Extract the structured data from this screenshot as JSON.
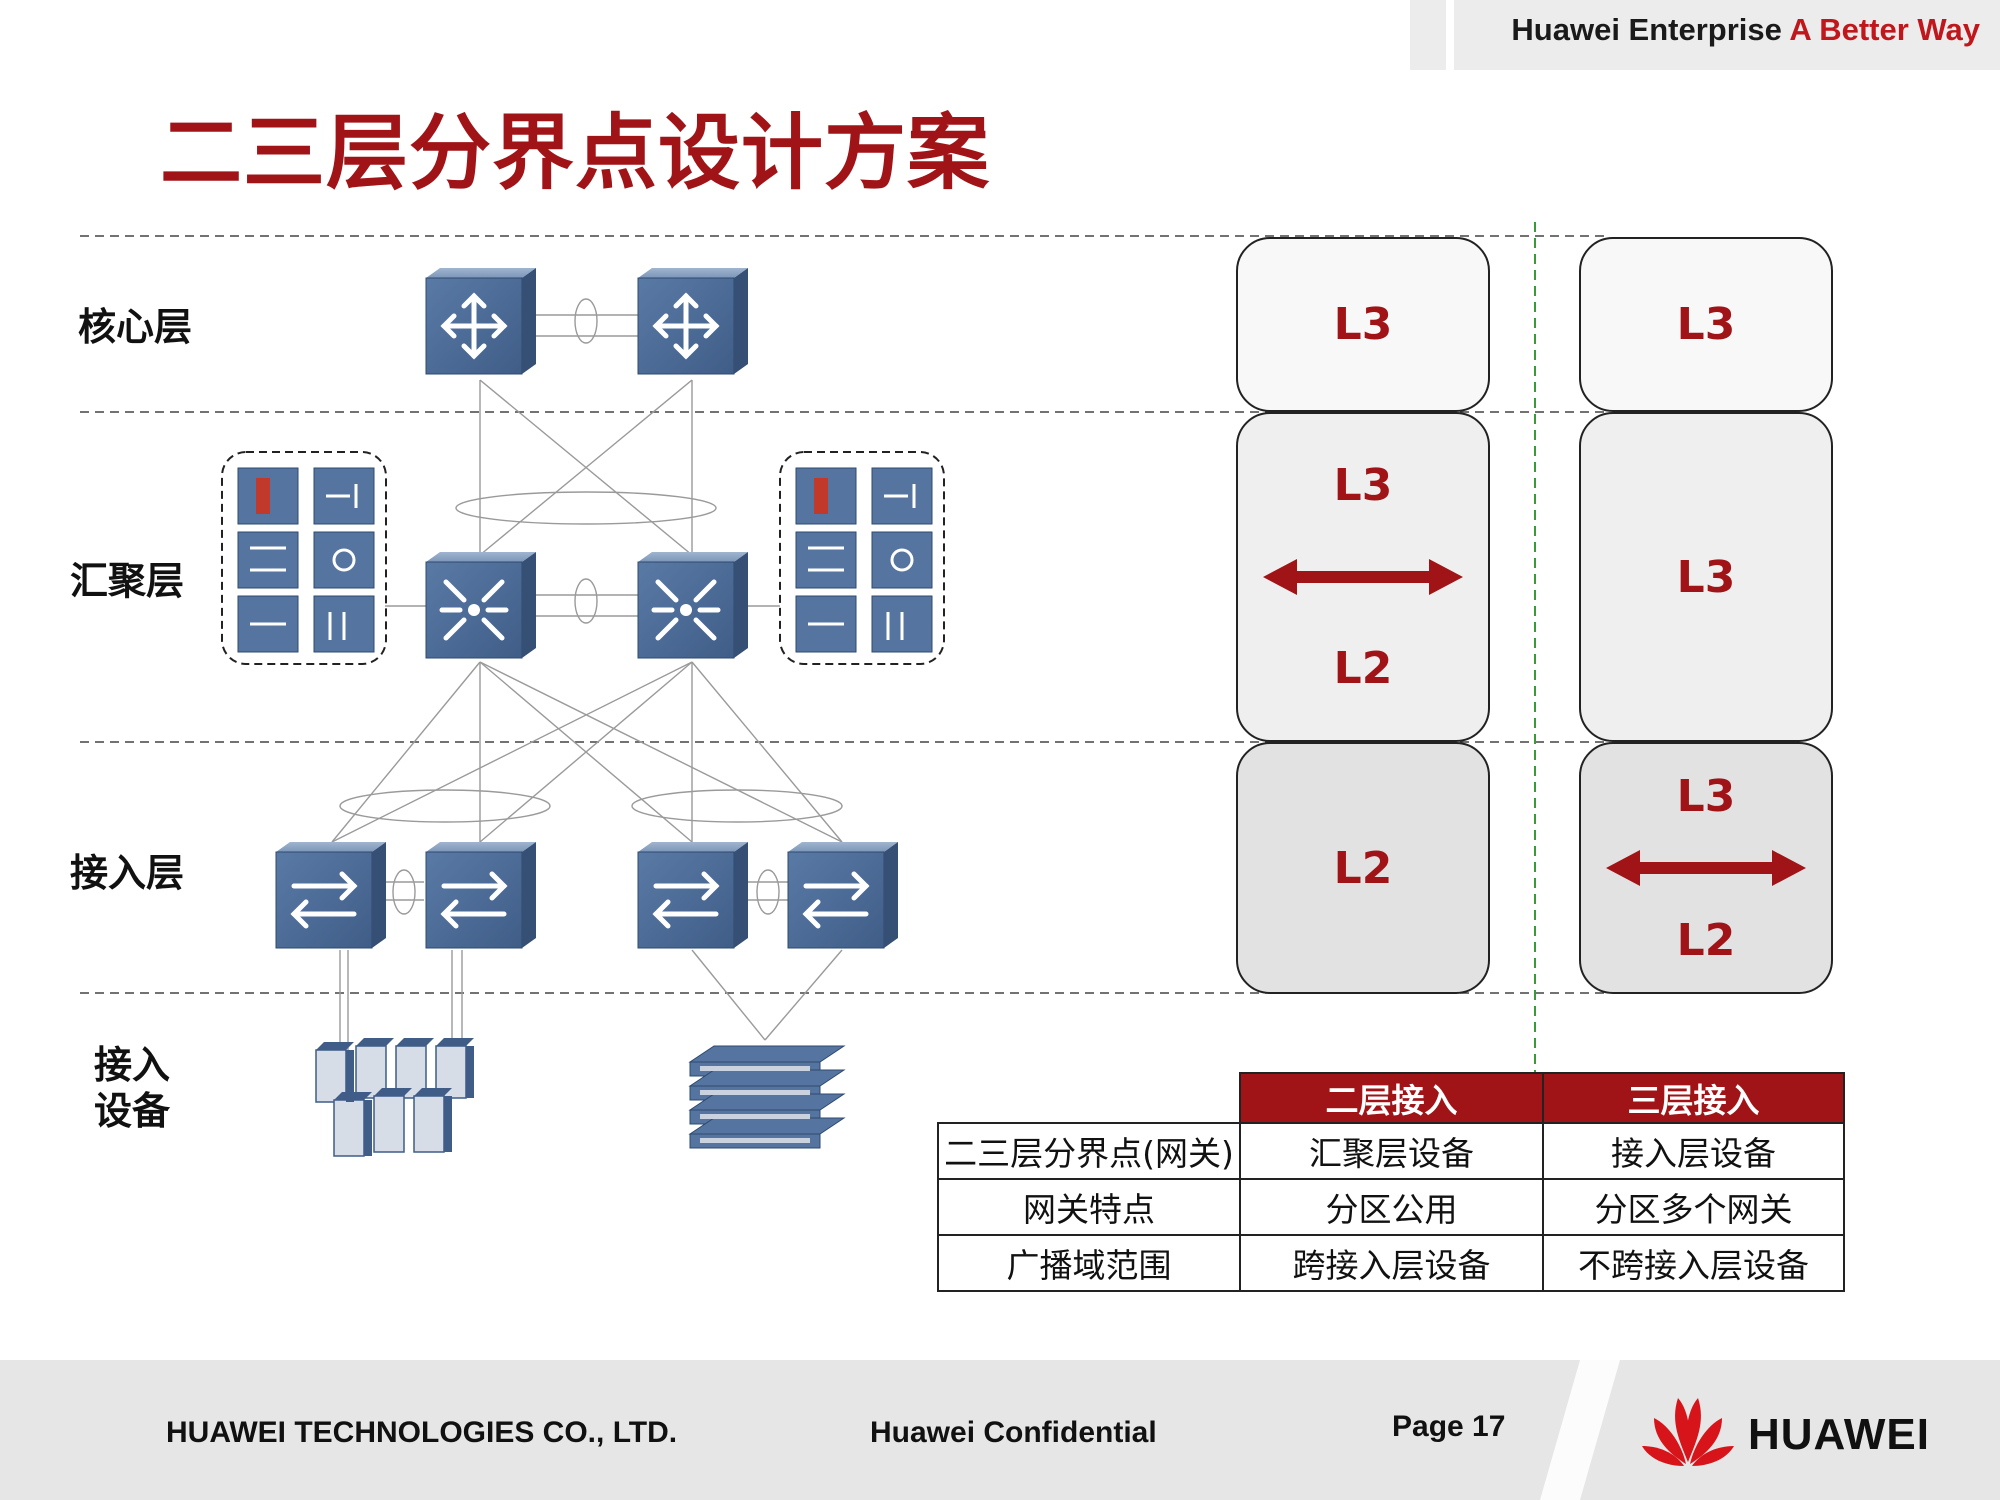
{
  "header": {
    "tagline_black": "Huawei Enterprise",
    "tagline_red": "A Better Way"
  },
  "title": "二三层分界点设计方案",
  "layers": {
    "core": "核心层",
    "aggregation": "汇聚层",
    "access": "接入层",
    "access_devices_line1": "接入",
    "access_devices_line2": "设备"
  },
  "zones": {
    "l2_access": {
      "core": "L3",
      "agg_top": "L3",
      "agg_bottom": "L2",
      "access": "L2"
    },
    "l3_access": {
      "core": "L3",
      "agg": "L3",
      "access_top": "L3",
      "access_bottom": "L2"
    }
  },
  "table": {
    "headers": [
      "二层接入",
      "三层接入"
    ],
    "rows": [
      [
        "二三层分界点(网关)",
        "汇聚层设备",
        "接入层设备"
      ],
      [
        "网关特点",
        "分区公用",
        "分区多个网关"
      ],
      [
        "广播域范围",
        "跨接入层设备",
        "不跨接入层设备"
      ]
    ]
  },
  "footer": {
    "company": "HUAWEI TECHNOLOGIES CO., LTD.",
    "confidential": "Huawei Confidential",
    "page": "Page 17",
    "brand": "HUAWEI"
  },
  "colors": {
    "brand_red": "#a01418",
    "device_blue": "#4a6a96"
  }
}
